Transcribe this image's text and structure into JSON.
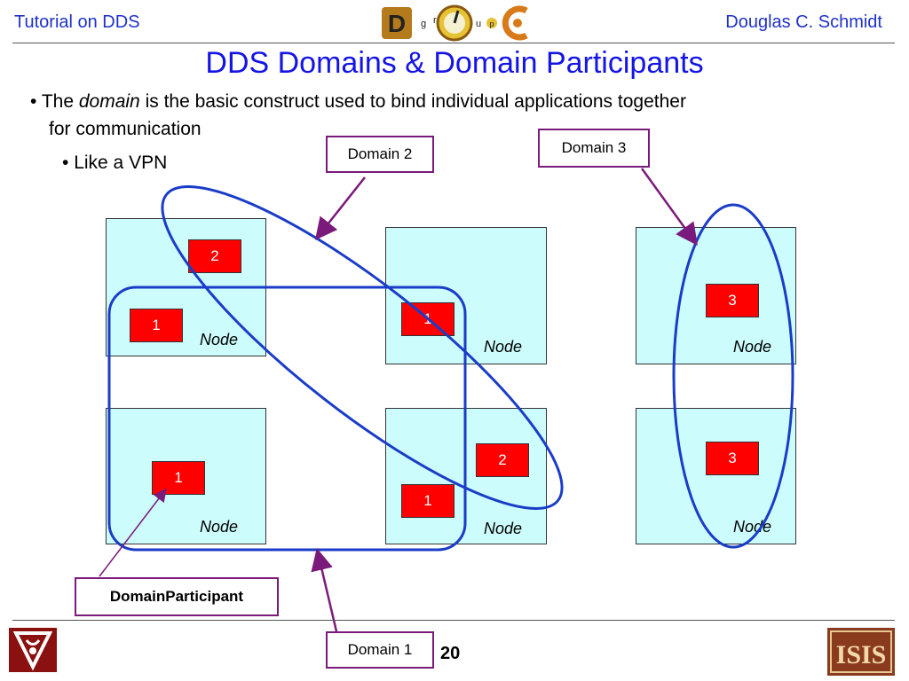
{
  "header": {
    "left": "Tutorial on DDS",
    "right": "Douglas C. Schmidt",
    "logo_letters": [
      "D",
      "g",
      "r",
      "O",
      "u",
      "C",
      "p"
    ]
  },
  "title": "DDS Domains & Domain Participants",
  "bullets": {
    "main_prefix": "The ",
    "main_italic": "domain",
    "main_rest": " is the basic construct used to bind individual applications together",
    "main_cont": "for communication",
    "sub": "Like a VPN"
  },
  "nodes": [
    {
      "label": "Node"
    },
    {
      "label": "Node"
    },
    {
      "label": "Node"
    },
    {
      "label": "Node"
    },
    {
      "label": "Node"
    },
    {
      "label": "Node"
    }
  ],
  "participants": [
    "2",
    "1",
    "1",
    "3",
    "1",
    "2",
    "1",
    "3"
  ],
  "callouts": {
    "domain1": "Domain 1",
    "domain2": "Domain 2",
    "domain3": "Domain 3",
    "participant": "DomainParticipant"
  },
  "footer": {
    "page_number": "20",
    "right_logo_text": "ISIS"
  },
  "colors": {
    "title": "#1414e6",
    "header": "#1f32c8",
    "node_fill": "#ccfcfc",
    "participant": "#ff0000",
    "domain_outline": "#1a3cc8",
    "callout_border": "#7a1a7a"
  }
}
